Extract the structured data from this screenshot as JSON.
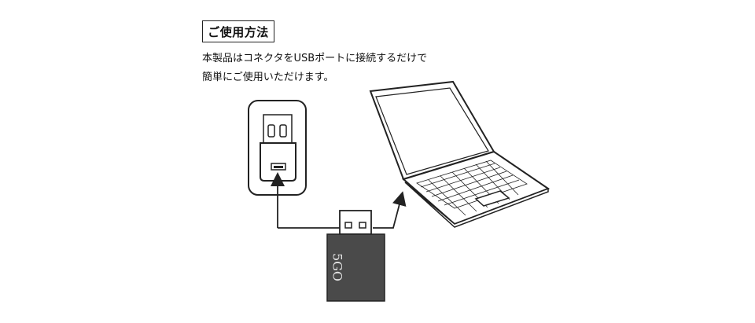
{
  "heading": "ご使用方法",
  "description": {
    "line1": "本製品はコネクタをUSBポートに接続するだけで",
    "line2": "簡単にご使用いただけます。"
  },
  "device": {
    "brand_label": "5GO"
  },
  "colors": {
    "ink": "#222222",
    "device_body": "#4a4a4a",
    "device_text": "#e6e6e6"
  },
  "icons": [
    "wall-outlet-icon",
    "usb-charger-icon",
    "usb-plug-icon",
    "laptop-icon",
    "arrow-icon"
  ]
}
